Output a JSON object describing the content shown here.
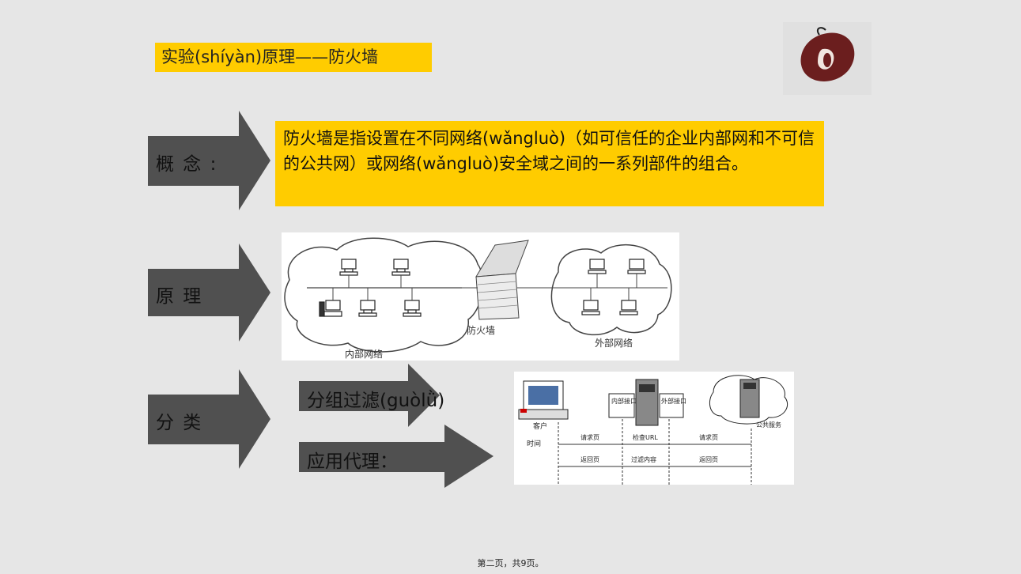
{
  "slide": {
    "title": "实验(shíyàn)原理——防火墙",
    "concept_label": "概 念 :",
    "concept_text": "防火墙是指设置在不同网络(wǎngluò)（如可信任的企业内部网和不可信的公共网）或网络(wǎngluò)安全域之间的一系列部件的组合。",
    "principle_label": "原 理",
    "category_label": "分 类",
    "packet_filter": "分组过滤(guòlǜ)",
    "app_proxy": "应用代理：",
    "footer": "第二页，共9页。"
  },
  "diagram1": {
    "firewall_label": "防火墙",
    "inner_label": "内部网络",
    "outer_label": "外部网络"
  },
  "diagram2": {
    "client": "客户",
    "inner_port": "内部接口",
    "outer_port": "外部接口",
    "public_service": "公共服务",
    "time": "时间",
    "req1": "请求页",
    "check_url": "检查URL",
    "req2": "请求页",
    "ret1": "返回页",
    "filter_content": "过滤内容",
    "ret2": "返回页"
  },
  "colors": {
    "accent": "#ffcc00",
    "arrow": "#505050"
  }
}
